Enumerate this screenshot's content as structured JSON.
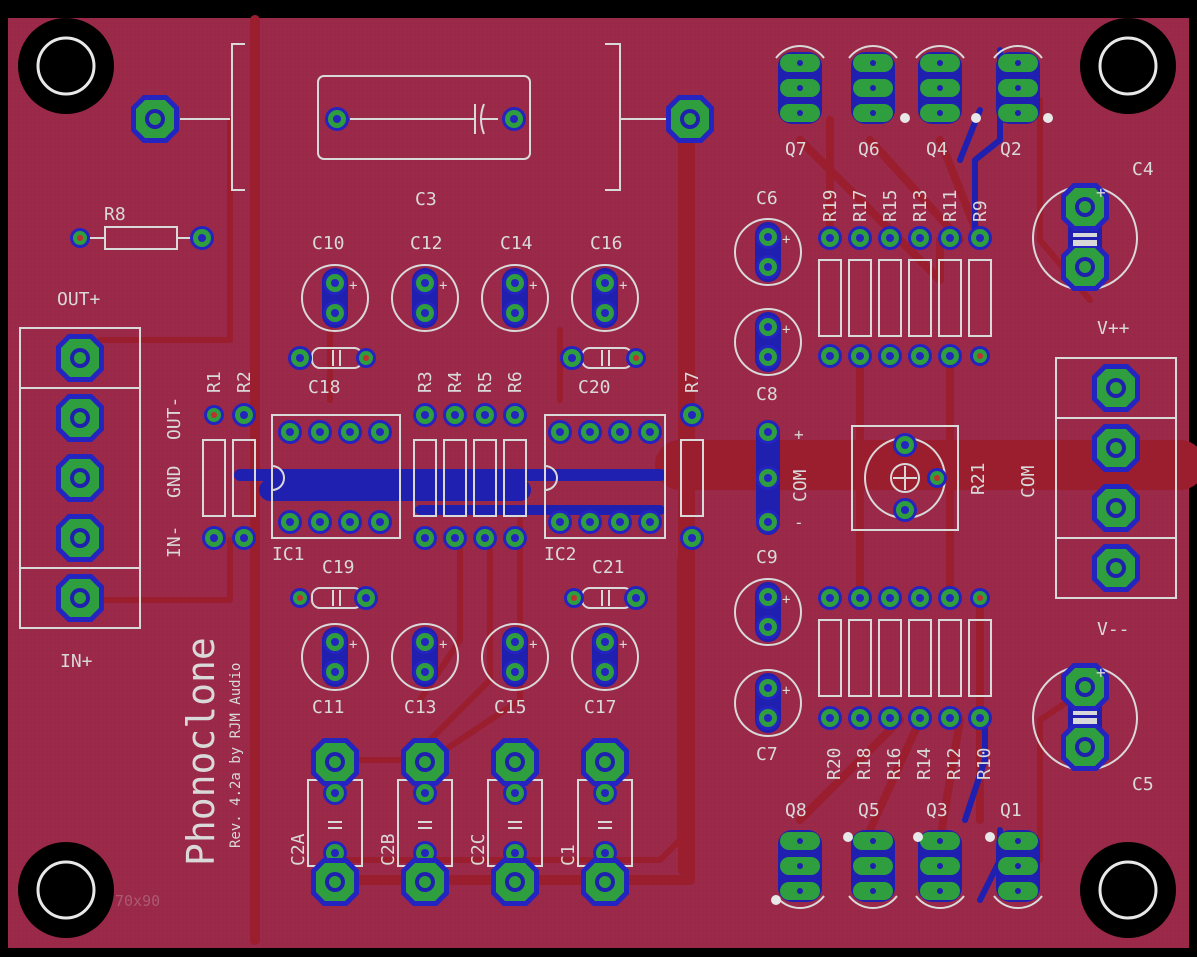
{
  "board": {
    "title": "Phonoclone",
    "revision": "Rev. 4.2a by RJM Audio",
    "size_label": "70x90",
    "colors": {
      "background": "#000000",
      "copper_pour": "#9a2a48",
      "bottom_copper": "#9a1e2e",
      "top_copper": "#1f1fb0",
      "pad": "#2e9e3e",
      "silkscreen": "#d9d9d9"
    }
  },
  "labels": {
    "C3": "C3",
    "R8": "R8",
    "OUT+": "OUT+",
    "OUT-": "OUT-",
    "GND": "GND",
    "IN-": "IN-",
    "IN+": "IN+",
    "R1": "R1",
    "R2": "R2",
    "R3": "R3",
    "R4": "R4",
    "R5": "R5",
    "R6": "R6",
    "R7": "R7",
    "IC1": "IC1",
    "IC2": "IC2",
    "C10": "C10",
    "C12": "C12",
    "C14": "C14",
    "C16": "C16",
    "C18": "C18",
    "C20": "C20",
    "C19": "C19",
    "C21": "C21",
    "C11": "C11",
    "C13": "C13",
    "C15": "C15",
    "C17": "C17",
    "C2A": "C2A",
    "C2B": "C2B",
    "C2C": "C2C",
    "C1": "C1",
    "Q7": "Q7",
    "Q6": "Q6",
    "Q4": "Q4",
    "Q2": "Q2",
    "Q8": "Q8",
    "Q5": "Q5",
    "Q3": "Q3",
    "Q1": "Q1",
    "R19": "R19",
    "R17": "R17",
    "R15": "R15",
    "R13": "R13",
    "R11": "R11",
    "R9": "R9",
    "R20": "R20",
    "R18": "R18",
    "R16": "R16",
    "R14": "R14",
    "R12": "R12",
    "R10": "R10",
    "C6": "C6",
    "C8": "C8",
    "C9": "C9",
    "C7": "C7",
    "C4": "C4",
    "C5": "C5",
    "R21": "R21",
    "COM": "COM",
    "V++": "V++",
    "V--": "V--",
    "PLUS": "+",
    "MINUS": "-"
  }
}
